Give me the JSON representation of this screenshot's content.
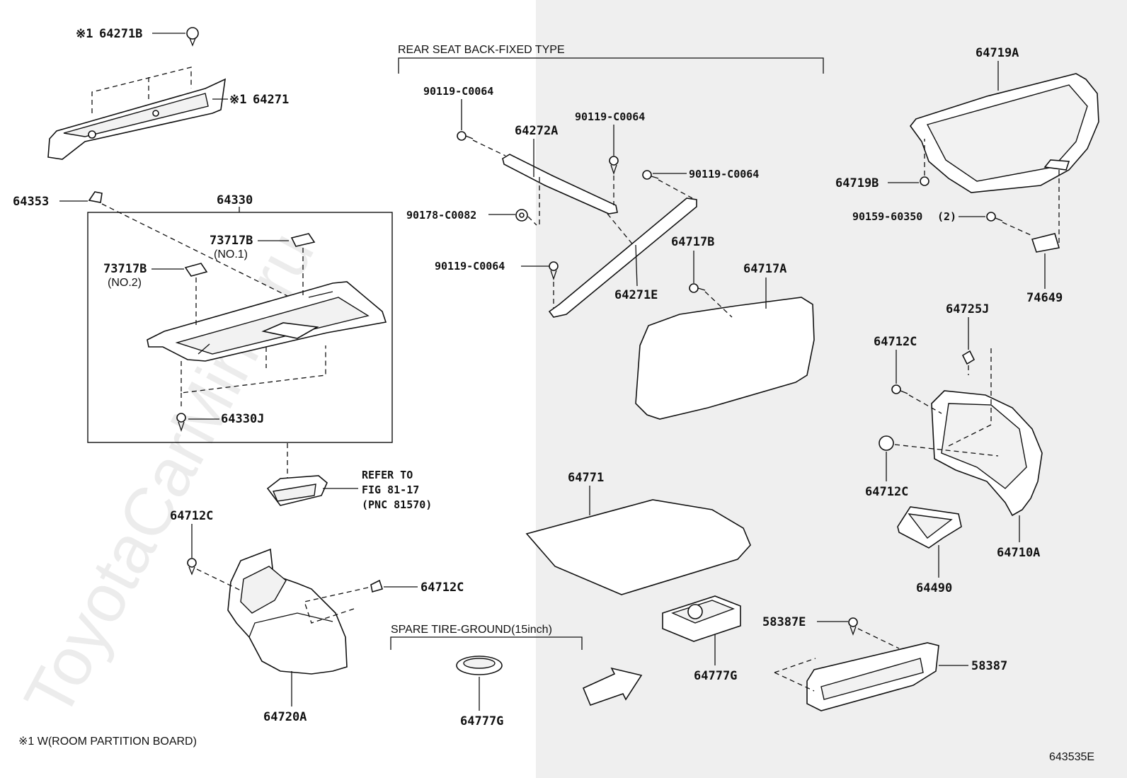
{
  "labels": {
    "p64271B": "64271B",
    "p64271": "64271",
    "p64353": "64353",
    "p64330": "64330",
    "p73717B_1": "73717B",
    "no1": "(NO.1)",
    "p73717B_2": "73717B",
    "no2": "(NO.2)",
    "p64330J": "64330J",
    "refer1": "REFER TO",
    "refer2": "FIG 81-17",
    "refer3": "(PNC 81570)",
    "p64712C_a": "64712C",
    "p64712C_b": "64712C",
    "p64720A": "64720A",
    "rear_seat_title": "REAR SEAT BACK-FIXED TYPE",
    "b90119_1": "90119-C0064",
    "b90119_2": "90119-C0064",
    "b90119_3": "90119-C0064",
    "b90119_4": "90119-C0064",
    "p64272A": "64272A",
    "b90178": "90178-C0082",
    "p64271E": "64271E",
    "p64717B": "64717B",
    "p64717A": "64717A",
    "p64771": "64771",
    "spare_title": "SPARE TIRE-GROUND(15inch)",
    "p64777G_a": "64777G",
    "p64777G_b": "64777G",
    "p64719A": "64719A",
    "p64719B": "64719B",
    "b90159": "90159-60350",
    "b90159_qty": "(2)",
    "p74649": "74649",
    "p64725J": "64725J",
    "p64712C_c": "64712C",
    "p64712C_d": "64712C",
    "p64710A": "64710A",
    "p64490": "64490",
    "p58387E": "58387E",
    "p58387": "58387",
    "mark1": "※1",
    "mark2": "※1",
    "footnote": "※1 W(ROOM PARTITION BOARD)",
    "diagram_id": "643535E",
    "watermark": "ToyotaCarMine.ru"
  },
  "colors": {
    "line": "#111111",
    "right_panel_bg": "#efefef",
    "background": "#ffffff"
  }
}
